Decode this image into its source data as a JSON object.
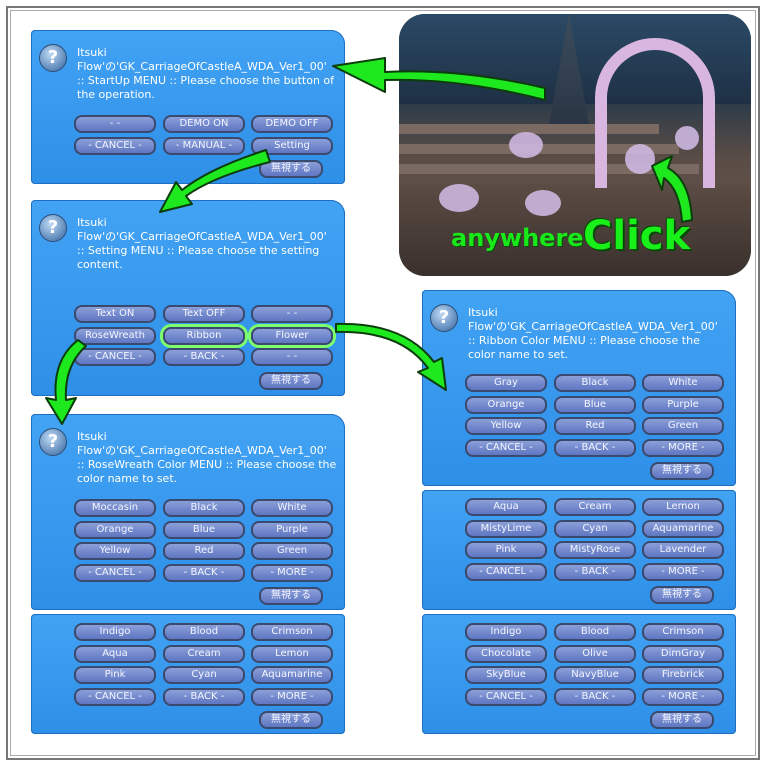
{
  "photo": {
    "anywhere": "anywhere",
    "click": "Click"
  },
  "ignore_label": "無視する",
  "panels": {
    "startup": {
      "line1": "Itsuki",
      "line2": "Flow'の'GK_CarriageOfCastleA_WDA_Ver1_00'",
      "message": ":: StartUp  MENU :: Please choose the button of the operation.",
      "buttons": [
        "- -",
        "DEMO ON",
        "DEMO OFF",
        "- CANCEL -",
        "- MANUAL -",
        "Setting"
      ]
    },
    "setting": {
      "line1": "Itsuki",
      "line2": "Flow'の'GK_CarriageOfCastleA_WDA_Ver1_00'",
      "message": ":: Setting  MENU :: Please choose the setting content.",
      "buttons": [
        "Text  ON",
        "Text OFF",
        "- -",
        "RoseWreath",
        "Ribbon",
        "Flower",
        "- CANCEL -",
        "- BACK -",
        "- -"
      ]
    },
    "rosewreath": {
      "line1": "Itsuki",
      "line2": "Flow'の'GK_CarriageOfCastleA_WDA_Ver1_00'",
      "message": ":: RoseWreath Color  MENU :: Please choose the color name to set.",
      "buttons": [
        "Moccasin",
        "Black",
        "White",
        "Orange",
        "Blue",
        "Purple",
        "Yellow",
        "Red",
        "Green",
        "- CANCEL -",
        "- BACK -",
        "- MORE -"
      ]
    },
    "rosewreath_p2": {
      "buttons": [
        "Indigo",
        "Blood",
        "Crimson",
        "Aqua",
        "Cream",
        "Lemon",
        "Pink",
        "Cyan",
        "Aquamarine",
        "- CANCEL -",
        "- BACK -",
        "- MORE -"
      ]
    },
    "ribbon": {
      "line1": "Itsuki",
      "line2": "Flow'の'GK_CarriageOfCastleA_WDA_Ver1_00'",
      "message": ":: Ribbon Color  MENU :: Please choose the color name to set.",
      "buttons": [
        "Gray",
        "Black",
        "White",
        "Orange",
        "Blue",
        "Purple",
        "Yellow",
        "Red",
        "Green",
        "- CANCEL -",
        "- BACK -",
        "- MORE -"
      ]
    },
    "ribbon_p2": {
      "buttons": [
        "Aqua",
        "Cream",
        "Lemon",
        "MistyLime",
        "Cyan",
        "Aquamarine",
        "Pink",
        "MistyRose",
        "Lavender",
        "- CANCEL -",
        "- BACK -",
        "- MORE -"
      ]
    },
    "ribbon_p3": {
      "buttons": [
        "Indigo",
        "Blood",
        "Crimson",
        "Chocolate",
        "Olive",
        "DimGray",
        "SkyBlue",
        "NavyBlue",
        "Firebrick",
        "- CANCEL -",
        "- BACK -",
        "- MORE -"
      ]
    }
  },
  "colors": {
    "panel": "#3a9cf2",
    "button": "#6f86cc",
    "arrow": "#1ee81e",
    "highlight": "#7dff6e"
  }
}
